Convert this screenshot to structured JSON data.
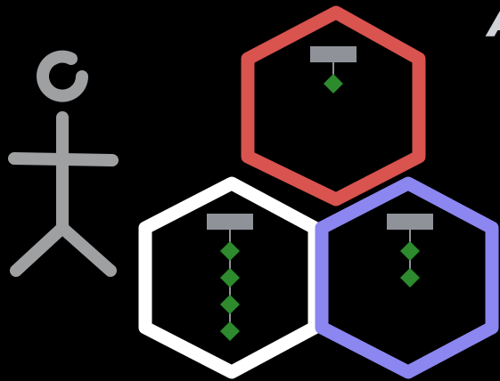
{
  "colors": {
    "background": "#000000",
    "actor": "#9ea0a2",
    "hex_top": "#d9534f",
    "hex_bottom_left": "#ffffff",
    "hex_bottom_right": "#8c86f0",
    "stack_bar": "#8f9399",
    "diamond": "#2d8a2d"
  },
  "icons": {
    "actor": "stick-figure-icon",
    "stack_bar": "bar-icon",
    "stack_item": "diamond-icon"
  },
  "stacks": {
    "hex_top_items": 1,
    "hex_bottom_left_items": 4,
    "hex_bottom_right_items": 2
  },
  "corner_text": "A"
}
